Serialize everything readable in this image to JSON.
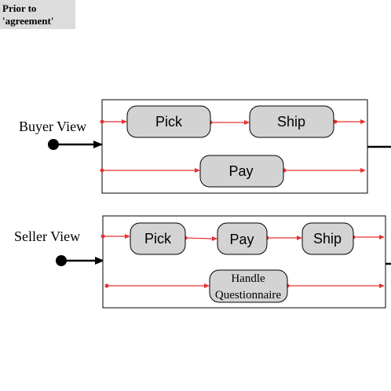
{
  "tag": {
    "line1": "Prior to",
    "line2": "'agreement'"
  },
  "buyer": {
    "label": "Buyer View",
    "states": {
      "pick": "Pick",
      "ship": "Ship",
      "pay": "Pay"
    }
  },
  "seller": {
    "label": "Seller View",
    "states": {
      "pick": "Pick",
      "pay": "Pay",
      "ship": "Ship",
      "handle_line1": "Handle",
      "handle_line2": "Questionnaire"
    }
  },
  "colors": {
    "transition": "#e83030",
    "state_fill": "#d3d3d3"
  }
}
